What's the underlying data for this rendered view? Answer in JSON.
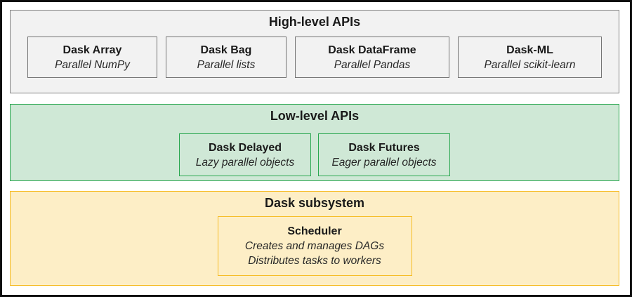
{
  "colors": {
    "frame_border": "#0d0d0d",
    "high_level_fill": "#f2f2f2",
    "high_level_border": "#828282",
    "high_level_box_border": "#757575",
    "low_level_fill": "#cfe8d6",
    "low_level_border": "#2aa750",
    "subsystem_fill": "#fdeec6",
    "subsystem_border": "#f6bb22",
    "text": "#1a1a1a"
  },
  "bands": [
    {
      "title": "High-level APIs",
      "boxes": [
        {
          "title": "Dask Array",
          "subtitle": "Parallel NumPy"
        },
        {
          "title": "Dask Bag",
          "subtitle": "Parallel lists"
        },
        {
          "title": "Dask DataFrame",
          "subtitle": "Parallel Pandas"
        },
        {
          "title": "Dask-ML",
          "subtitle": "Parallel scikit-learn"
        }
      ]
    },
    {
      "title": "Low-level APIs",
      "boxes": [
        {
          "title": "Dask Delayed",
          "subtitle": "Lazy parallel objects"
        },
        {
          "title": "Dask Futures",
          "subtitle": "Eager parallel objects"
        }
      ]
    },
    {
      "title": "Dask subsystem",
      "boxes": [
        {
          "title": "Scheduler",
          "subtitle": "Creates and manages DAGs",
          "subtitle2": "Distributes tasks to workers"
        }
      ]
    }
  ]
}
